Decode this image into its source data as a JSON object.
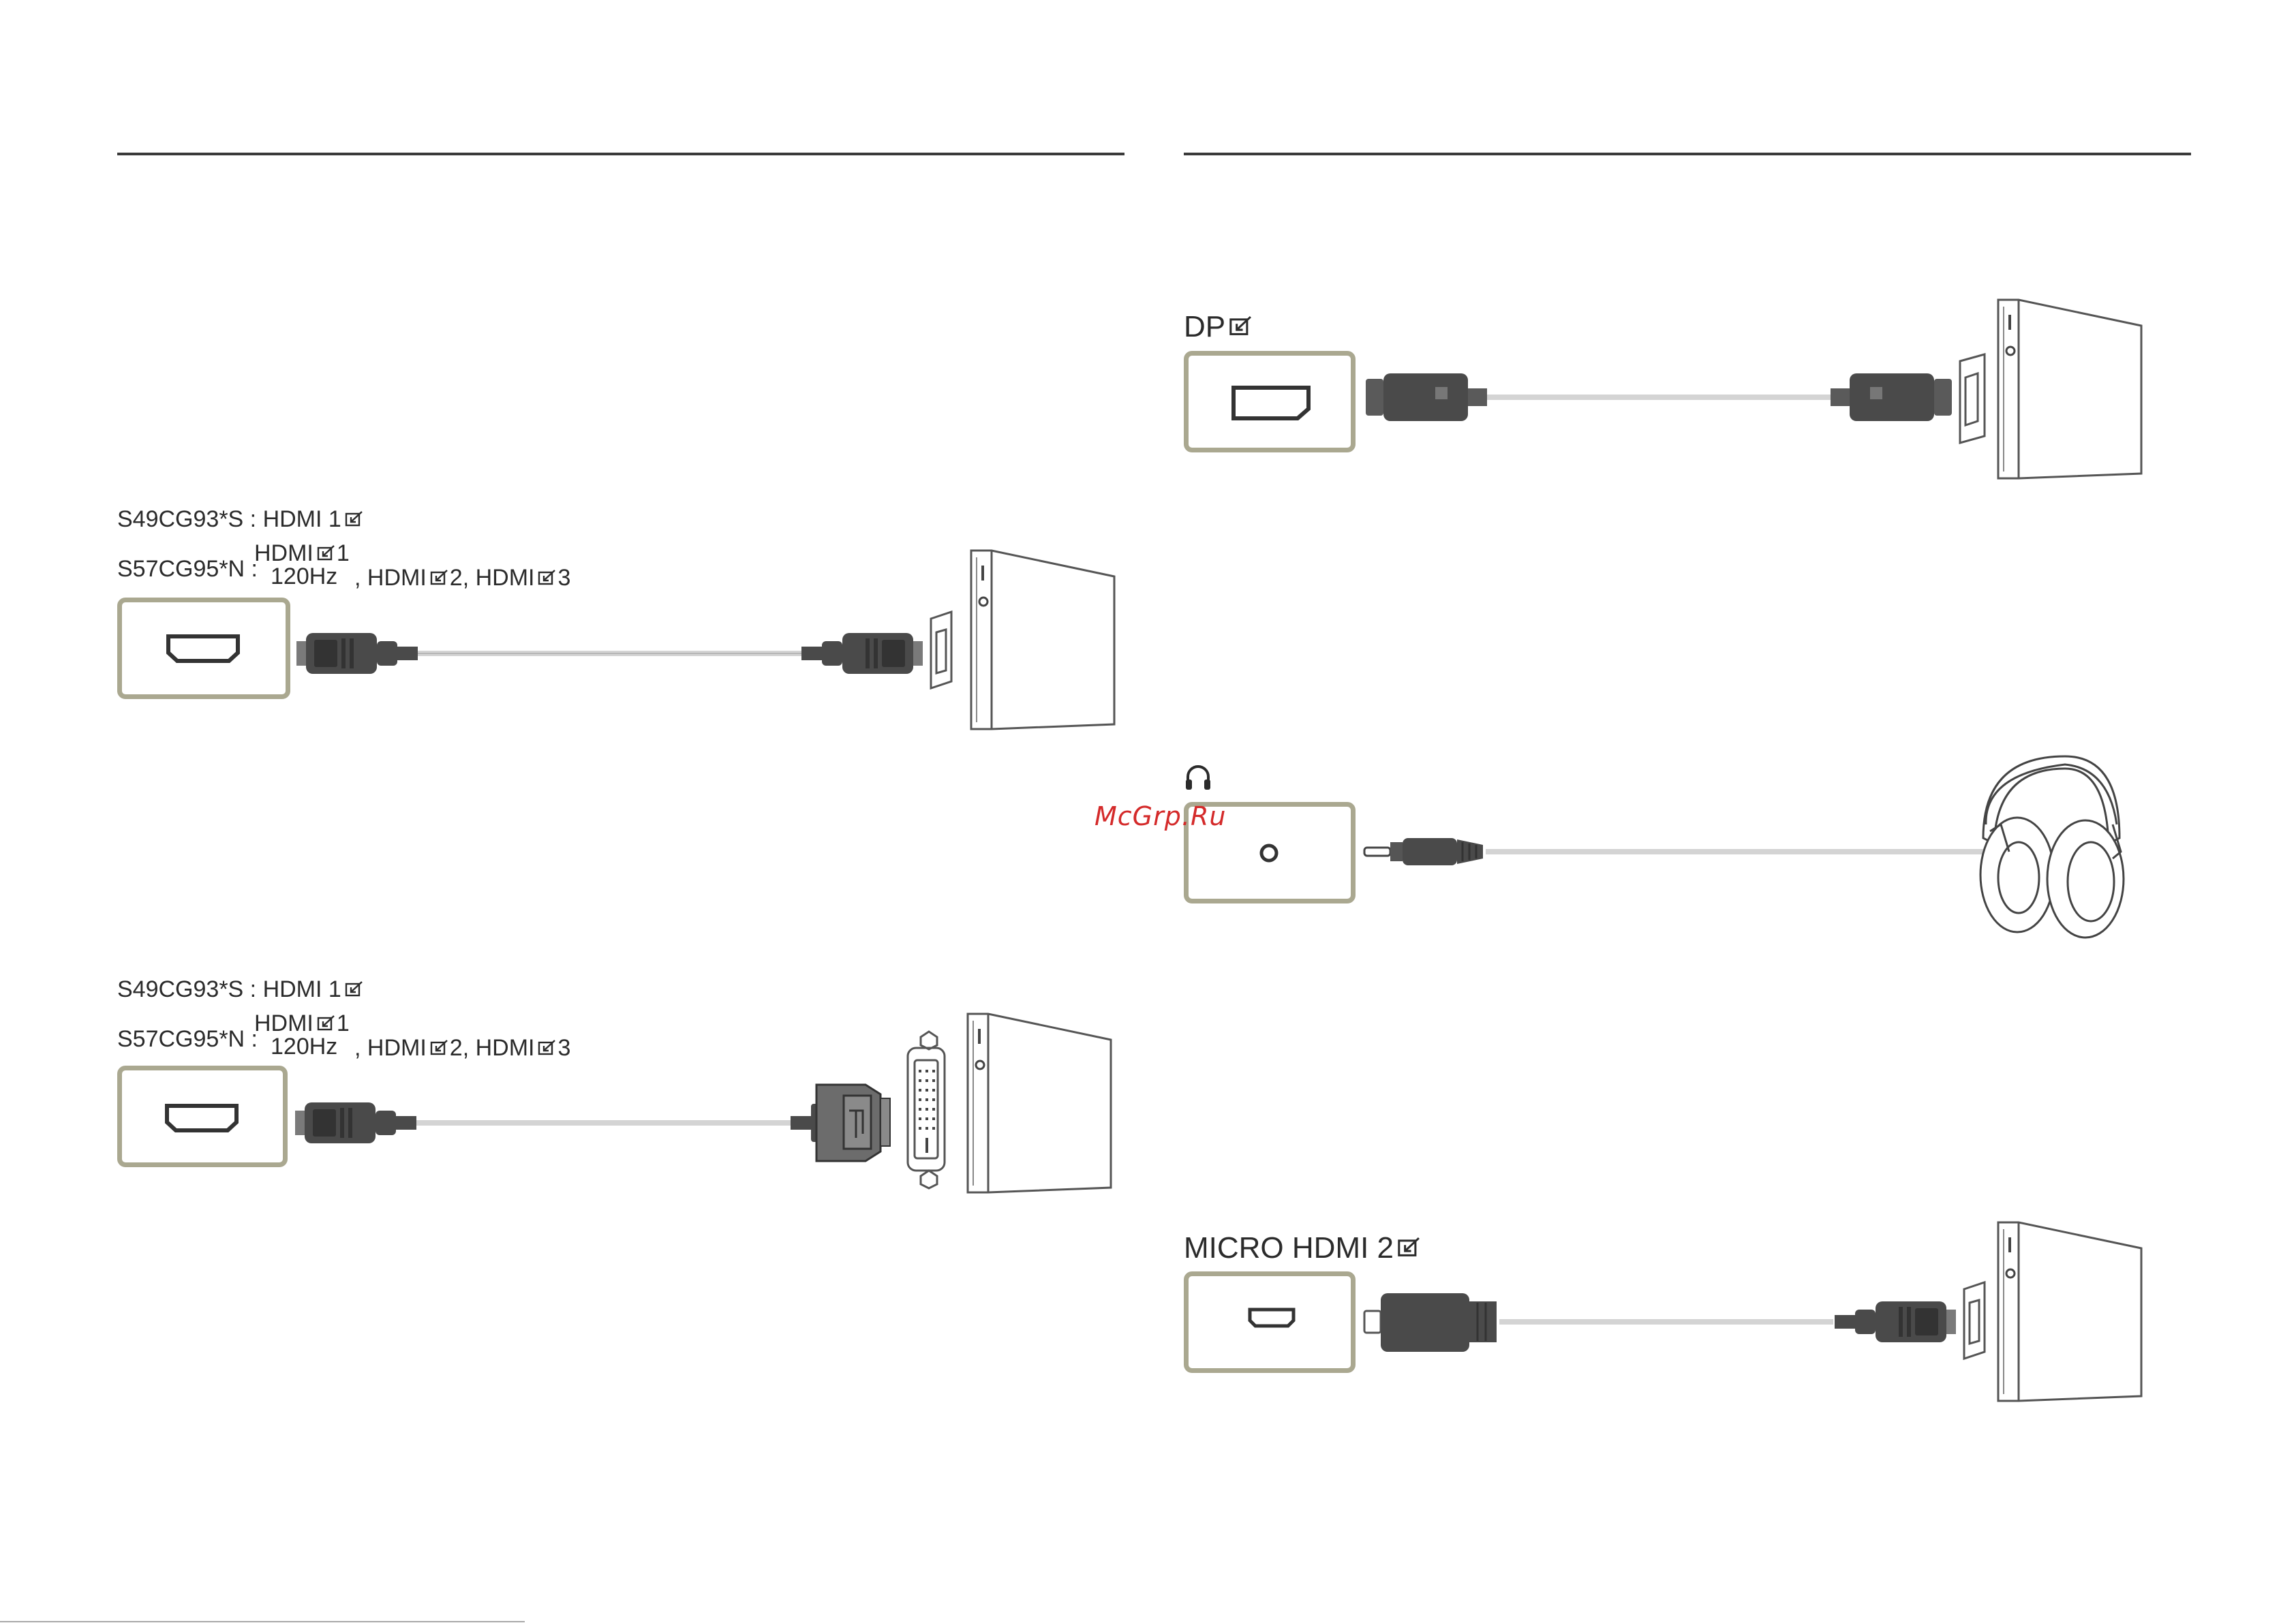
{
  "watermark": "McGrp.Ru",
  "hdmi_section": {
    "model_a": "S49CG93*S : HDMI 1",
    "model_b_prefix": "S57CG95*N :",
    "model_b_top": "HDMI",
    "model_b_top_suffix": "1",
    "model_b_bottom": "120Hz",
    "model_b_rest_1": ", HDMI",
    "model_b_rest_2": "2, HDMI",
    "model_b_rest_3": "3"
  },
  "hdmi_dvi_section": {
    "model_a": "S49CG93*S : HDMI 1",
    "model_b_prefix": "S57CG95*N :",
    "model_b_top": "HDMI",
    "model_b_top_suffix": "1",
    "model_b_bottom": "120Hz",
    "model_b_rest_1": ", HDMI",
    "model_b_rest_2": "2, HDMI",
    "model_b_rest_3": "3"
  },
  "dp_section": {
    "label": "DP"
  },
  "headphone_section": {
    "icon": "headphones-icon"
  },
  "micro_hdmi_section": {
    "label": "MICRO HDMI 2"
  },
  "colors": {
    "port_border": "#aaa890",
    "cable": "#d4d4d4",
    "plug": "#4a4a4a",
    "rule": "#3a3a3a",
    "watermark": "#d42a2a"
  }
}
